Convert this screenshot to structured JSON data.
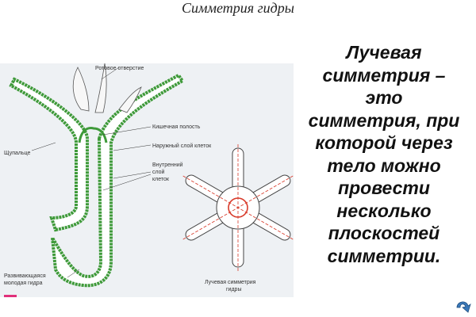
{
  "title": "Симметрия гидры",
  "definition_lines": [
    "Лучевая",
    "симметрия –",
    "это",
    "симметрия, при",
    "которой через",
    "тело можно",
    "провести",
    "несколько",
    "плоскостей",
    "симметрии."
  ],
  "labels": {
    "mouth": "Ротовое отверстие",
    "tentacle": "Щупальце",
    "gut": "Кишечная полость",
    "outer": "Наружный слой клеток",
    "inner_1": "Внутренний",
    "inner_2": "слой",
    "inner_3": "клеток",
    "bud_1": "Развивающаяся",
    "bud_2": "молодая гидра",
    "radial_1": "Лучевая симметрия",
    "radial_2": "гидры"
  },
  "colors": {
    "cell_green": "#3f9a3a",
    "axis_red": "#d83a2a",
    "panel": "#eef1f4",
    "nav_arrow": "#3a78b8"
  },
  "icons": {
    "nav": "return-arrow-icon"
  }
}
